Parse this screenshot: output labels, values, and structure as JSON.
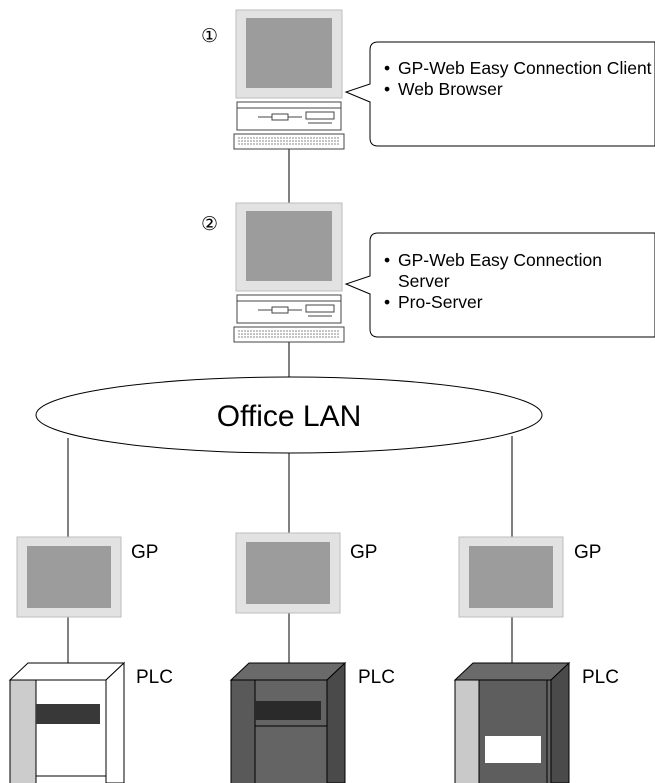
{
  "pc_client": {
    "marker": "①"
  },
  "pc_server": {
    "marker": "②"
  },
  "callout_client": {
    "items": [
      "GP-Web Easy Connection Client",
      "Web Browser"
    ]
  },
  "callout_server": {
    "items": [
      "GP-Web Easy Connection Server",
      "Pro-Server"
    ]
  },
  "network": {
    "label": "Office LAN"
  },
  "devices": [
    {
      "gp_label": "GP",
      "plc_label": "PLC"
    },
    {
      "gp_label": "GP",
      "plc_label": "PLC"
    },
    {
      "gp_label": "GP",
      "plc_label": "PLC"
    }
  ]
}
